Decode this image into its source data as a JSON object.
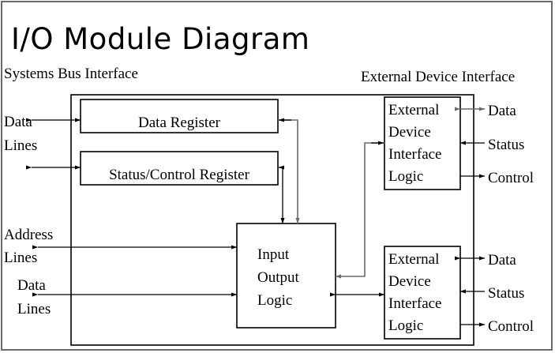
{
  "title": "I/O Module Diagram",
  "sections": {
    "left_interface": "Systems Bus Interface",
    "right_interface": "External Device Interface"
  },
  "bus_ports": [
    {
      "id": "data-lines-top",
      "line1": "Data",
      "line2": "Lines",
      "direction": "bidirectional"
    },
    {
      "id": "address-lines",
      "line1": "Address",
      "line2": "Lines",
      "direction": "bidirectional"
    },
    {
      "id": "data-lines-bottom",
      "line1": "Data",
      "line2": "Lines",
      "direction": "bidirectional"
    }
  ],
  "registers": [
    {
      "id": "data-register",
      "label": "Data Register"
    },
    {
      "id": "status-control-register",
      "label": "Status/Control Register"
    }
  ],
  "io_logic": {
    "id": "input-output-logic",
    "lines": [
      "Input",
      "Output",
      "Logic"
    ]
  },
  "external_interfaces": [
    {
      "id": "external-device-interface-logic-upper",
      "lines": [
        "External",
        "Device",
        "Interface",
        "Logic"
      ],
      "ports": [
        {
          "id": "data",
          "label": "Data",
          "direction": "bidirectional"
        },
        {
          "id": "status",
          "label": "Status",
          "direction": "inbound"
        },
        {
          "id": "control",
          "label": "Control",
          "direction": "outbound"
        }
      ]
    },
    {
      "id": "external-device-interface-logic-lower",
      "lines": [
        "External",
        "Device",
        "Interface",
        "Logic"
      ],
      "ports": [
        {
          "id": "data",
          "label": "Data",
          "direction": "bidirectional"
        },
        {
          "id": "status",
          "label": "Status",
          "direction": "inbound"
        },
        {
          "id": "control",
          "label": "Control",
          "direction": "outbound"
        }
      ]
    }
  ],
  "colors": {
    "frame": "#6b6b6b",
    "stroke": "#000000",
    "gray_wire": "#6a6a6a",
    "background": "#ffffff",
    "text": "#000000"
  }
}
